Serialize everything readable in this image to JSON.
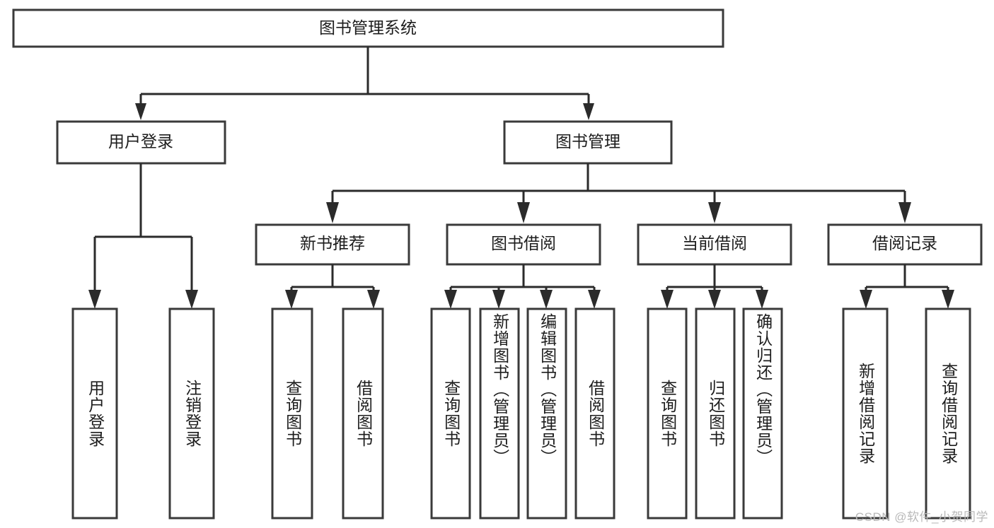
{
  "diagram": {
    "title": "图书管理系统",
    "type": "tree",
    "theme": {
      "background": "#ffffff",
      "box_fill": "#ffffff",
      "box_stroke": "#3a3a3a",
      "connector": "#2b2b2b",
      "text": "#1d1d1d",
      "watermark": "#b9b9b9"
    },
    "levels": {
      "root": {
        "label": "图书管理系统"
      },
      "level2": [
        {
          "id": "user-login",
          "label": "用户登录"
        },
        {
          "id": "book-manage",
          "label": "图书管理"
        }
      ],
      "level3": [
        {
          "id": "new-book-recommend",
          "label": "新书推荐",
          "parent": "book-manage"
        },
        {
          "id": "book-borrow",
          "label": "图书借阅",
          "parent": "book-manage"
        },
        {
          "id": "current-borrow",
          "label": "当前借阅",
          "parent": "book-manage"
        },
        {
          "id": "borrow-record",
          "label": "借阅记录",
          "parent": "book-manage"
        }
      ],
      "leaves": [
        {
          "id": "leaf-user-login",
          "label": "用户登录",
          "parent": "user-login"
        },
        {
          "id": "leaf-logout",
          "label": "注销登录",
          "parent": "user-login"
        },
        {
          "id": "leaf-query-book-1",
          "label": "查询图书",
          "parent": "new-book-recommend"
        },
        {
          "id": "leaf-borrow-book-1",
          "label": "借阅图书",
          "parent": "new-book-recommend"
        },
        {
          "id": "leaf-query-book-2",
          "label": "查询图书",
          "parent": "book-borrow"
        },
        {
          "id": "leaf-add-book",
          "label": "新增图书（管理员）",
          "parent": "book-borrow"
        },
        {
          "id": "leaf-edit-book",
          "label": "编辑图书（管理员）",
          "parent": "book-borrow"
        },
        {
          "id": "leaf-borrow-book-2",
          "label": "借阅图书",
          "parent": "book-borrow"
        },
        {
          "id": "leaf-query-book-3",
          "label": "查询图书",
          "parent": "current-borrow"
        },
        {
          "id": "leaf-return-book",
          "label": "归还图书",
          "parent": "current-borrow"
        },
        {
          "id": "leaf-confirm-return",
          "label": "确认归还（管理员）",
          "parent": "current-borrow"
        },
        {
          "id": "leaf-add-record",
          "label": "新增借阅记录",
          "parent": "borrow-record"
        },
        {
          "id": "leaf-query-record",
          "label": "查询借阅记录",
          "parent": "borrow-record"
        }
      ]
    }
  },
  "watermark": {
    "text": "CSDN @软件_小贺同学"
  }
}
